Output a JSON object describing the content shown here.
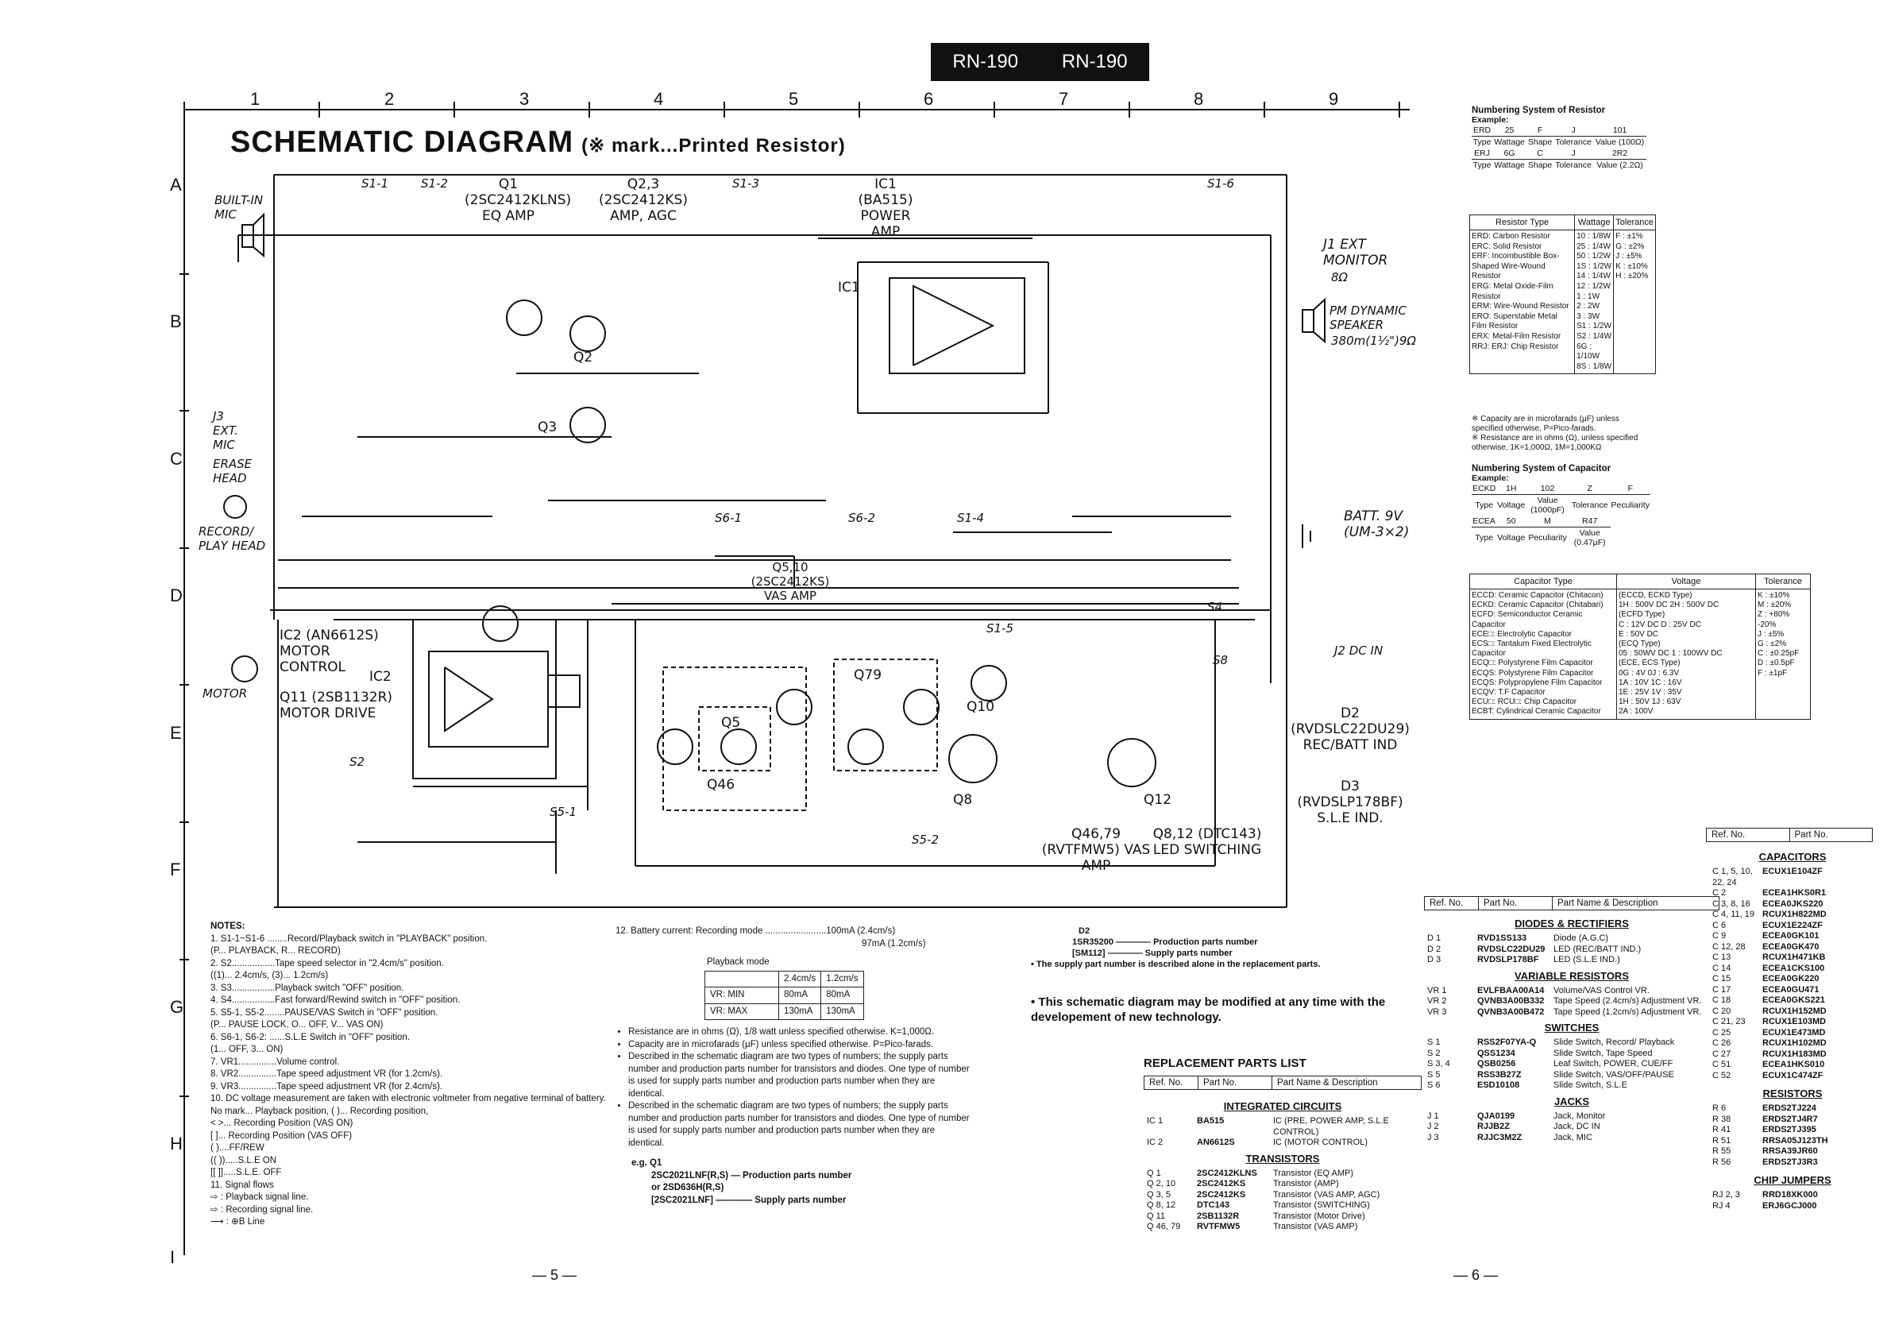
{
  "header": {
    "left": "RN-190",
    "right": "RN-190"
  },
  "grid": {
    "cols": [
      "1",
      "2",
      "3",
      "4",
      "5",
      "6",
      "7",
      "8",
      "9"
    ],
    "rows": [
      "A",
      "B",
      "C",
      "D",
      "E",
      "F",
      "G",
      "H",
      "I"
    ]
  },
  "title": {
    "main": "SCHEMATIC DIAGRAM",
    "sub": "(※ mark...Printed Resistor)"
  },
  "labels": {
    "mic": "BUILT-IN MIC",
    "q1": "Q1 (2SC2412KLNS) EQ AMP",
    "q23": "Q2,3 (2SC2412KS) AMP, AGC",
    "ic1": "IC1 (BA515) POWER AMP",
    "j1": "J1 EXT MONITOR",
    "j1b": "8Ω",
    "spk": "PM DYNAMIC SPEAKER",
    "spkb": "380m(1½\")9Ω",
    "j3": "J3 EXT. MIC",
    "erase": "ERASE HEAD",
    "rec": "RECORD/ PLAY HEAD",
    "batt": "BATT. 9V (UM-3×2)",
    "q510": "Q5,10 (2SC2412KS) VAS AMP",
    "ic2": "IC2 (AN6612S) MOTOR CONTROL",
    "q11": "Q11 (2SB1132R) MOTOR DRIVE",
    "motor": "MOTOR",
    "j2": "J2 DC IN",
    "d2": "D2 (RVDSLC22DU29) REC/BATT IND",
    "d3": "D3 (RVDSLP178BF) S.L.E IND.",
    "q46": "Q46,79 (RVTFMW5) VAS AMP",
    "q812": "Q8,12 (DTC143) LED SWITCHING",
    "q2": "Q2",
    "q3": "Q3",
    "q5": "Q5",
    "q8": "Q8",
    "q10": "Q10",
    "q12": "Q12",
    "q46b": "Q46",
    "q79": "Q79",
    "ic1b": "IC1",
    "ic2b": "IC2",
    "s1": "S1-1",
    "s2": "S1-2",
    "s3": "S1-3",
    "s6": "S1-6",
    "s4": "S4",
    "s8": "S8",
    "s2b": "S2",
    "s51": "S5-1",
    "s52": "S5-2",
    "s61": "S6-1",
    "s62": "S6-2",
    "s14": "S1-4",
    "s15": "S1-5"
  },
  "resistor_numbering": {
    "title": "Numbering System of Resistor",
    "example": "Example:",
    "rows": [
      [
        "ERD",
        "25",
        "F",
        "J",
        "101"
      ],
      [
        "Type",
        "Wattage",
        "Shape",
        "Tolerance",
        "Value (100Ω)"
      ],
      [
        "ERJ",
        "6G",
        "C",
        "J",
        "2R2"
      ],
      [
        "Type",
        "Wattage",
        "Shape",
        "Tolerance",
        "Value (2.2Ω)"
      ]
    ],
    "table_head": [
      "Resistor Type",
      "Wattage",
      "Tolerance"
    ],
    "types": "ERD: Carbon Resistor\nERC: Solid Resistor\nERF: Incombustible Box-Shaped Wire-Wound Resistor\nERG: Metal Oxide-Film Resistor\nERM: Wire-Wound Resistor\nERO: Superstable Metal Film Resistor\nERX: Metal-Film Resistor\nRRJ: ERJ: Chip Resistor",
    "watts": "10 : 1/8W\n25 : 1/4W\n50 : 1/2W\n1S : 1/2W\n14 : 1/4W\n12 : 1/2W\n1 : 1W\n2 : 2W\n3 : 3W\nS1 : 1/2W\nS2 : 1/4W\n6G : 1/10W\n8S : 1/8W",
    "tol": "F : ±1%\nG : ±2%\nJ : ±5%\nK : ±10%\nH : ±20%",
    "notes": [
      "※ Capacity are in microfarads (μF) unless specified otherwise, P=Pico-farads.",
      "※ Resistance are in ohms (Ω), unless specified otherwise, 1K=1,000Ω, 1M=1,000KΩ"
    ]
  },
  "capacitor_numbering": {
    "title": "Numbering System of Capacitor",
    "example": "Example:",
    "rows": [
      [
        "ECKD",
        "1H",
        "102",
        "Z",
        "F"
      ],
      [
        "Type",
        "Voltage",
        "Value (1000pF)",
        "Tolerance",
        "Peculiarity"
      ],
      [
        "ECEA",
        "50",
        "M",
        "R47",
        ""
      ],
      [
        "Type",
        "Voltage",
        "Peculiarity",
        "Value (0.47μF)",
        ""
      ]
    ],
    "table_head": [
      "Capacitor Type",
      "Voltage",
      "Tolerance"
    ],
    "types": "ECCD: Ceramic Capacitor (Chitacon)\nECKD: Ceramic Capacitor (Chitabari)\nECFD: Semiconductor Ceramic Capacitor\nECE□: Electrolytic Capacitor\nECS□: Tantalum Fixed Electrolytic Capacitor\nECQ□: Polystyrene Film Capacitor\nECQS: Polystyrene Film Capacitor\nECQS: Polypropylene Film Capacitor\nECQV: T.F Capacitor\nECU□: RCU□: Chip Capacitor\nECBT: Cylindrical Ceramic Capacitor",
    "volts": "(ECCD, ECKD Type)\n1H : 500V DC   2H : 500V DC\n(ECFD Type)\nC : 12V DC   D : 25V DC\nE : 50V DC\n(ECQ Type)\n05 : 50WV DC   1 : 100WV DC\n(ECE, ECS Type)\n0G : 4V   0J : 6.3V\n1A : 10V   1C : 16V\n1E : 25V   1V : 35V\n1H : 50V   1J : 63V\n2A : 100V",
    "tol": "K : ±10%\nM : ±20%\nZ : +80% -20%\nJ : ±5%\nG : ±2%\nC : ±0.25pF\nD : ±0.5pF\nF : ±1pF"
  },
  "notes": {
    "head": "NOTES:",
    "items": [
      "1. S1-1~S1-6 ........Record/Playback switch in \"PLAYBACK\" position.",
      "       (P... PLAYBACK, R... RECORD)",
      "2. S2.................Tape speed selector in \"2.4cm/s\" position.",
      "       ((1)... 2.4cm/s, (3)... 1.2cm/s)",
      "3. S3.................Playback switch \"OFF\" position.",
      "4. S4.................Fast forward/Rewind switch in \"OFF\" position.",
      "5. S5-1, S5-2........PAUSE/VAS Switch in \"OFF\" position.",
      "       (P... PAUSE LOCK, O... OFF, V... VAS ON)",
      "6. S6-1, S6-2: ......S.L.E Switch in \"OFF\" position.",
      "       (1... OFF, 3... ON)",
      "7. VR1...............Volume control.",
      "8. VR2...............Tape speed adjustment VR (for 1.2cm/s).",
      "9. VR3...............Tape speed adjustment VR (for 2.4cm/s).",
      "10. DC voltage measurement are taken with electronic voltmeter from negative terminal of battery.",
      "    No mark... Playback position, (   )... Recording position,",
      "    <   >... Recording Position (VAS ON)",
      "    [   ]... Recording Position (VAS OFF)",
      "    (   )....FF/REW",
      "    ((  )).....S.L.E ON",
      "    [[  ]].....S.L.E. OFF",
      "11. Signal flows",
      "    ⇨ : Playback signal line.",
      "    ⇨ : Recording signal line.",
      "    ⟶ : ⊕B Line"
    ]
  },
  "battery": {
    "line1": "12. Battery current:  Recording mode ........................100mA (2.4cm/s)",
    "line2": "97mA (1.2cm/s)",
    "playback": "Playback mode",
    "cols": [
      "",
      "2.4cm/s",
      "1.2cm/s"
    ],
    "rows": [
      [
        "VR: MIN",
        "80mA",
        "80mA"
      ],
      [
        "VR: MAX",
        "130mA",
        "130mA"
      ]
    ],
    "bullets": [
      "Resistance are in ohms (Ω), 1/8 watt unless specified otherwise. K=1,000Ω.",
      "Capacity are in microfarads (μF) unless specified otherwise. P=Pico-farads.",
      "Described in the schematic diagram are two types of numbers; the supply parts number and production parts number for transistors and diodes. One type of number is used for supply parts number and production parts number when they are identical.",
      "Described in the schematic diagram are two types of numbers; the supply parts number and production parts number for transistors and diodes. One type of number is used for supply parts number and production parts number when they are identical."
    ],
    "eg": "e.g.  Q1",
    "eg1": "2SC2021LNF(R,S) — Production parts number",
    "eg2": "or 2SD636H(R,S)",
    "eg3": "[2SC2021LNF] ———— Supply parts number"
  },
  "d2note": {
    "head": "D2",
    "l1": "1SR35200 ———— Production parts number",
    "l2": "[SM112] ———— Supply parts number",
    "l3": "• The supply part number is described alone in the replacement parts."
  },
  "modnote": "• This schematic diagram may be modified at any time with the developement of new technology.",
  "page5": "— 5 —",
  "page6": "— 6 —",
  "parts": {
    "title": "REPLACEMENT PARTS LIST",
    "head": [
      "Ref. No.",
      "Part No.",
      "Part Name & Description"
    ],
    "ic_title": "INTEGRATED CIRCUITS",
    "ic": [
      [
        "IC 1",
        "BA515",
        "IC (PRE, POWER AMP, S.L.E CONTROL)"
      ],
      [
        "IC 2",
        "AN6612S",
        "IC (MOTOR CONTROL)"
      ]
    ],
    "tr_title": "TRANSISTORS",
    "tr": [
      [
        "Q 1",
        "2SC2412KLNS",
        "Transistor (EQ AMP)"
      ],
      [
        "Q 2, 10",
        "2SC2412KS",
        "Transistor (AMP)"
      ],
      [
        "Q 3, 5",
        "2SC2412KS",
        "Transistor (VAS AMP, AGC)"
      ],
      [
        "Q 8, 12",
        "DTC143",
        "Transistor (SWITCHING)"
      ],
      [
        "Q 11",
        "2SB1132R",
        "Transistor (Motor Drive)"
      ],
      [
        "Q 46, 79",
        "RVTFMW5",
        "Transistor (VAS AMP)"
      ]
    ],
    "diode_title": "DIODES & RECTIFIERS",
    "diodes": [
      [
        "D 1",
        "RVD1SS133",
        "Diode (A.G.C)"
      ],
      [
        "D 2",
        "RVDSLC22DU29",
        "LED (REC/BATT IND.)"
      ],
      [
        "D 3",
        "RVDSLP178BF",
        "LED (S.L.E IND.)"
      ]
    ],
    "vr_title": "VARIABLE RESISTORS",
    "vr": [
      [
        "VR 1",
        "EVLFBAA00A14",
        "Volume/VAS Control VR."
      ],
      [
        "VR 2",
        "QVNB3A00B332",
        "Tape Speed (2.4cm/s) Adjustment VR."
      ],
      [
        "VR 3",
        "QVNB3A00B472",
        "Tape Speed (1.2cm/s) Adjustment VR."
      ]
    ],
    "sw_title": "SWITCHES",
    "sw": [
      [
        "S 1",
        "RSS2F07YA-Q",
        "Slide Switch, Record/ Playback"
      ],
      [
        "S 2",
        "QSS1234",
        "Slide Switch, Tape Speed"
      ],
      [
        "S 3, 4",
        "QSB0256",
        "Leaf Switch, POWER, CUE/FF"
      ],
      [
        "S 5",
        "RSS3B27Z",
        "Slide Switch, VAS/OFF/PAUSE"
      ],
      [
        "S 6",
        "ESD10108",
        "Slide Switch, S.L.E"
      ]
    ],
    "jack_title": "JACKS",
    "jacks": [
      [
        "J 1",
        "QJA0199",
        "Jack, Monitor"
      ],
      [
        "J 2",
        "RJJB2Z",
        "Jack, DC IN"
      ],
      [
        "J 3",
        "RJJC3M2Z",
        "Jack, MIC"
      ]
    ]
  },
  "rightlist": {
    "head": [
      "Ref. No.",
      "Part No."
    ],
    "cap_title": "CAPACITORS",
    "caps": [
      [
        "C 1, 5, 10, 22, 24",
        "ECUX1E104ZF"
      ],
      [
        "C 2",
        "ECEA1HKS0R1"
      ],
      [
        "C 3, 8, 16",
        "ECEA0JKS220"
      ],
      [
        "C 4, 11, 19",
        "RCUX1H822MD"
      ],
      [
        "C 6",
        "ECUX1E224ZF"
      ],
      [
        "C 9",
        "ECEA0GK101"
      ],
      [
        "C 12, 28",
        "ECEA0GK470"
      ],
      [
        "C 13",
        "RCUX1H471KB"
      ],
      [
        "C 14",
        "ECEA1CKS100"
      ],
      [
        "C 15",
        "ECEA0GK220"
      ],
      [
        "",
        ""
      ],
      [
        "C 17",
        "ECEA0GU471"
      ],
      [
        "C 18",
        "ECEA0GKS221"
      ],
      [
        "C 20",
        "RCUX1H152MD"
      ],
      [
        "C 21, 23",
        "RCUX1E103MD"
      ],
      [
        "C 25",
        "ECUX1E473MD"
      ],
      [
        "C 26",
        "RCUX1H102MD"
      ],
      [
        "C 27",
        "RCUX1H183MD"
      ],
      [
        "C 51",
        "ECEA1HKS010"
      ],
      [
        "C 52",
        "ECUX1C474ZF"
      ]
    ],
    "res_title": "RESISTORS",
    "res": [
      [
        "R 6",
        "ERDS2TJ224"
      ],
      [
        "R 38",
        "ERDS2TJ4R7"
      ],
      [
        "R 41",
        "ERDS2TJ395"
      ],
      [
        "R 51",
        "RRSA05J123TH"
      ],
      [
        "R 55",
        "RRSA39JR60"
      ],
      [
        "R 56",
        "ERDS2TJ3R3"
      ]
    ],
    "chip_title": "CHIP JUMPERS",
    "chips": [
      [
        "RJ 2, 3",
        "RRD18XK000"
      ],
      [
        "RJ 4",
        "ERJ6GCJ000"
      ]
    ]
  }
}
